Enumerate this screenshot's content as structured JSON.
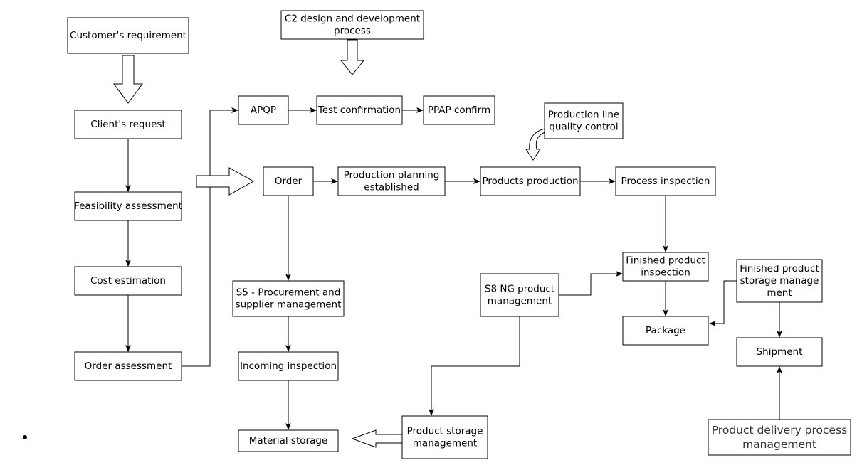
{
  "nodes": {
    "customer_requirement": {
      "lines": [
        "Customer's requirement"
      ]
    },
    "client_request": {
      "lines": [
        "Client's request"
      ]
    },
    "feasibility": {
      "lines": [
        "Feasibility assessment"
      ]
    },
    "cost_estimation": {
      "lines": [
        "Cost estimation"
      ]
    },
    "order_assessment": {
      "lines": [
        "Order assessment"
      ]
    },
    "c2_design": {
      "lines": [
        "C2 design and development",
        "process"
      ]
    },
    "apqp": {
      "lines": [
        "APQP"
      ]
    },
    "test_confirmation": {
      "lines": [
        "Test confirmation"
      ]
    },
    "ppap_confirm": {
      "lines": [
        "PPAP confirm"
      ]
    },
    "production_line_qc": {
      "lines": [
        "Production line",
        "quality control"
      ]
    },
    "order": {
      "lines": [
        "Order"
      ]
    },
    "production_planning": {
      "lines": [
        "Production planning",
        "established"
      ]
    },
    "products_production": {
      "lines": [
        "Products production"
      ]
    },
    "process_inspection": {
      "lines": [
        "Process inspection"
      ]
    },
    "s5_procurement": {
      "lines": [
        "S5 - Procurement and",
        "supplier management"
      ]
    },
    "incoming_inspection": {
      "lines": [
        "Incoming inspection"
      ]
    },
    "material_storage": {
      "lines": [
        "Material storage"
      ]
    },
    "s8_ng": {
      "lines": [
        "S8 NG product",
        "management"
      ]
    },
    "product_storage": {
      "lines": [
        "Product storage",
        "management"
      ]
    },
    "finished_inspection": {
      "lines": [
        "Finished product",
        "inspection"
      ]
    },
    "package": {
      "lines": [
        "Package"
      ]
    },
    "finished_storage": {
      "lines": [
        "Finished product",
        "storage manage",
        "ment"
      ]
    },
    "shipment": {
      "lines": [
        "Shipment"
      ]
    },
    "delivery_management": {
      "lines": [
        "Product delivery process",
        "management"
      ]
    }
  },
  "edges": [
    {
      "from": "client_request",
      "to": "feasibility",
      "style": "arrow"
    },
    {
      "from": "feasibility",
      "to": "cost_estimation",
      "style": "arrow"
    },
    {
      "from": "cost_estimation",
      "to": "order_assessment",
      "style": "arrow"
    },
    {
      "from": "order_assessment",
      "to": "apqp",
      "style": "arrow"
    },
    {
      "from": "apqp",
      "to": "test_confirmation",
      "style": "arrow"
    },
    {
      "from": "test_confirmation",
      "to": "ppap_confirm",
      "style": "arrow"
    },
    {
      "from": "order",
      "to": "production_planning",
      "style": "arrow"
    },
    {
      "from": "production_planning",
      "to": "products_production",
      "style": "arrow"
    },
    {
      "from": "products_production",
      "to": "process_inspection",
      "style": "arrow"
    },
    {
      "from": "process_inspection",
      "to": "finished_inspection",
      "style": "arrow"
    },
    {
      "from": "finished_inspection",
      "to": "package",
      "style": "arrow"
    },
    {
      "from": "finished_storage",
      "to": "package",
      "style": "arrow"
    },
    {
      "from": "finished_storage",
      "to": "shipment",
      "style": "arrow"
    },
    {
      "from": "delivery_management",
      "to": "shipment",
      "style": "arrow"
    },
    {
      "from": "s8_ng",
      "to": "finished_inspection",
      "style": "arrow"
    },
    {
      "from": "s8_ng",
      "to": "product_storage",
      "style": "arrow"
    },
    {
      "from": "order",
      "to": "s5_procurement",
      "style": "arrow"
    },
    {
      "from": "s5_procurement",
      "to": "incoming_inspection",
      "style": "arrow"
    },
    {
      "from": "incoming_inspection",
      "to": "material_storage",
      "style": "arrow"
    },
    {
      "from": "customer_requirement",
      "to": "client_request",
      "style": "hollow-arrow"
    },
    {
      "from": "c2_design",
      "to": "test_confirmation",
      "style": "hollow-arrow"
    },
    {
      "from": "order_assessment",
      "to": "order",
      "style": "hollow-arrow"
    },
    {
      "from": "production_line_qc",
      "to": "products_production",
      "style": "hollow-curved-arrow"
    },
    {
      "from": "product_storage",
      "to": "material_storage",
      "style": "hollow-arrow"
    }
  ]
}
